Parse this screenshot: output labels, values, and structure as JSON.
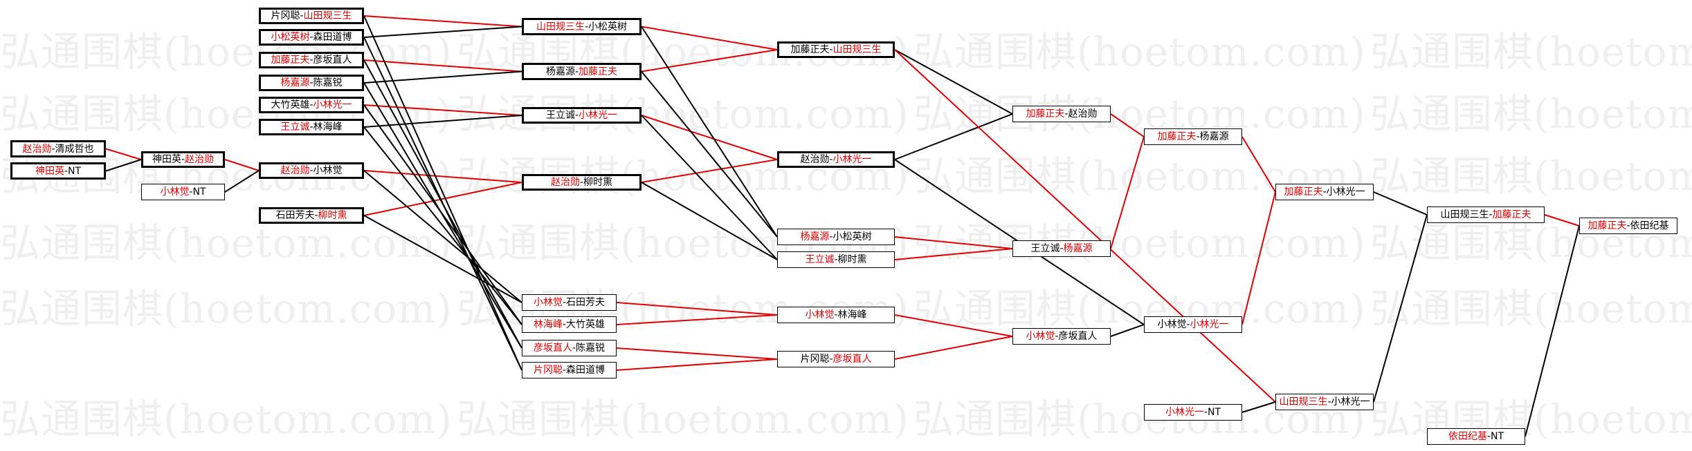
{
  "watermark": "弘通围棋(hoetom.com)",
  "colors": {
    "winner": "#e00000",
    "name": "#000000",
    "line_red": "#e00000",
    "line_black": "#000000"
  },
  "matches": [
    {
      "id": "m1",
      "p1": "赵治勋",
      "p2": "清成哲也",
      "winner": 1
    },
    {
      "id": "m2",
      "p1": "神田英",
      "p2": "NT",
      "winner": 1
    },
    {
      "id": "m3",
      "p1": "神田英",
      "p2": "赵治勋",
      "winner": 2
    },
    {
      "id": "m4",
      "p1": "小林觉",
      "p2": "NT",
      "winner": 1
    },
    {
      "id": "m5",
      "p1": "片冈聪",
      "p2": "山田规三生",
      "winner": 2
    },
    {
      "id": "m6",
      "p1": "小松英树",
      "p2": "森田道博",
      "winner": 1
    },
    {
      "id": "m7",
      "p1": "加藤正夫",
      "p2": "彦坂直人",
      "winner": 1
    },
    {
      "id": "m8",
      "p1": "杨嘉源",
      "p2": "陈嘉锐",
      "winner": 1
    },
    {
      "id": "m9",
      "p1": "大竹英雄",
      "p2": "小林光一",
      "winner": 2
    },
    {
      "id": "m10",
      "p1": "王立诚",
      "p2": "林海峰",
      "winner": 1
    },
    {
      "id": "m11",
      "p1": "赵治勋",
      "p2": "小林觉",
      "winner": 1
    },
    {
      "id": "m12",
      "p1": "石田芳夫",
      "p2": "柳时熏",
      "winner": 2
    },
    {
      "id": "m13",
      "p1": "山田规三生",
      "p2": "小松英树",
      "winner": 1
    },
    {
      "id": "m14",
      "p1": "杨嘉源",
      "p2": "加藤正夫",
      "winner": 2
    },
    {
      "id": "m15",
      "p1": "王立诚",
      "p2": "小林光一",
      "winner": 2
    },
    {
      "id": "m16",
      "p1": "赵治勋",
      "p2": "柳时熏",
      "winner": 1
    },
    {
      "id": "m17",
      "p1": "小林觉",
      "p2": "石田芳夫",
      "winner": 1
    },
    {
      "id": "m18",
      "p1": "林海峰",
      "p2": "大竹英雄",
      "winner": 1
    },
    {
      "id": "m19",
      "p1": "彦坂直人",
      "p2": "陈嘉锐",
      "winner": 1
    },
    {
      "id": "m20",
      "p1": "片冈聪",
      "p2": "森田道博",
      "winner": 1
    },
    {
      "id": "m21",
      "p1": "加藤正夫",
      "p2": "山田规三生",
      "winner": 2
    },
    {
      "id": "m22",
      "p1": "赵治勋",
      "p2": "小林光一",
      "winner": 2
    },
    {
      "id": "m23",
      "p1": "杨嘉源",
      "p2": "小松英树",
      "winner": 1
    },
    {
      "id": "m24",
      "p1": "王立诚",
      "p2": "柳时熏",
      "winner": 1
    },
    {
      "id": "m25",
      "p1": "小林觉",
      "p2": "林海峰",
      "winner": 1
    },
    {
      "id": "m26",
      "p1": "片冈聪",
      "p2": "彦坂直人",
      "winner": 2
    },
    {
      "id": "m27",
      "p1": "加藤正夫",
      "p2": "赵治勋",
      "winner": 1
    },
    {
      "id": "m28",
      "p1": "王立诚",
      "p2": "杨嘉源",
      "winner": 2
    },
    {
      "id": "m29",
      "p1": "小林觉",
      "p2": "彦坂直人",
      "winner": 1
    },
    {
      "id": "m30",
      "p1": "加藤正夫",
      "p2": "杨嘉源",
      "winner": 1
    },
    {
      "id": "m31",
      "p1": "小林觉",
      "p2": "小林光一",
      "winner": 2
    },
    {
      "id": "m32",
      "p1": "加藤正夫",
      "p2": "小林光一",
      "winner": 1
    },
    {
      "id": "m33",
      "p1": "小林光一",
      "p2": "NT",
      "winner": 1
    },
    {
      "id": "m34",
      "p1": "山田规三生",
      "p2": "小林光一",
      "winner": 1
    },
    {
      "id": "m35",
      "p1": "山田规三生",
      "p2": "加藤正夫",
      "winner": 2
    },
    {
      "id": "m36",
      "p1": "依田纪基",
      "p2": "NT",
      "winner": 1
    },
    {
      "id": "m37",
      "p1": "加藤正夫",
      "p2": "依田纪基",
      "winner": 1
    }
  ]
}
